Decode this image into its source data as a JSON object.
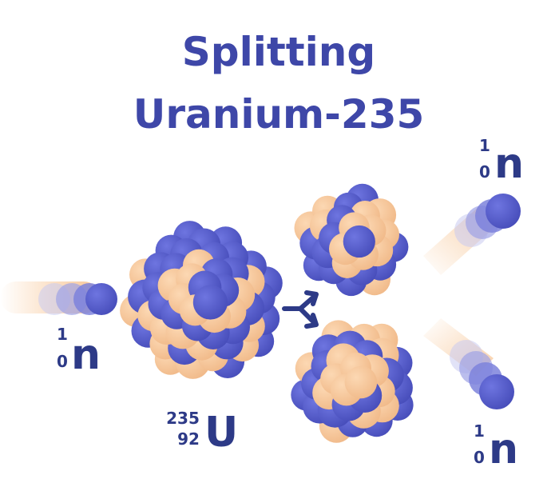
{
  "title": {
    "line1": "Splitting",
    "line2": "Uranium-235"
  },
  "colors": {
    "title": "#3e47a8",
    "label": "#2d3a87",
    "proton": "#5b62cf",
    "neutron_particle": "#f8c89a",
    "arrow": "#2d3a87",
    "trail": "#f6b77a"
  },
  "labels": {
    "incoming_neutron": {
      "mass": "1",
      "atomic": "0",
      "symbol": "n"
    },
    "uranium": {
      "mass": "235",
      "atomic": "92",
      "symbol": "U"
    },
    "neutron_top": {
      "mass": "1",
      "atomic": "0",
      "symbol": "n"
    },
    "neutron_bottom": {
      "mass": "1",
      "atomic": "0",
      "symbol": "n"
    }
  },
  "icons": {
    "split_arrow": "fork-arrow-icon"
  }
}
